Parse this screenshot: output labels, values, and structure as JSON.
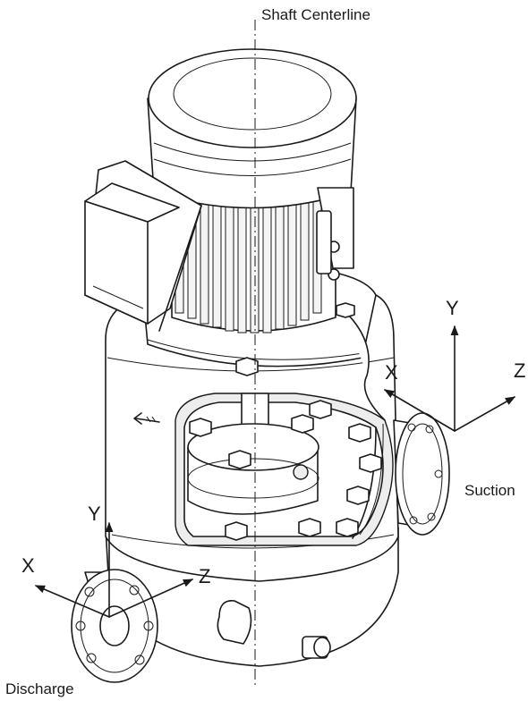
{
  "labels": {
    "shaft_centerline": "Shaft Centerline",
    "suction": "Suction",
    "discharge": "Discharge"
  },
  "suction_axes": {
    "x": "X",
    "y": "Y",
    "z": "Z"
  },
  "discharge_axes": {
    "x": "X",
    "y": "Y",
    "z": "Z"
  },
  "colors": {
    "line": "#1a1a1a",
    "background": "#ffffff",
    "shade": "#ededed"
  }
}
